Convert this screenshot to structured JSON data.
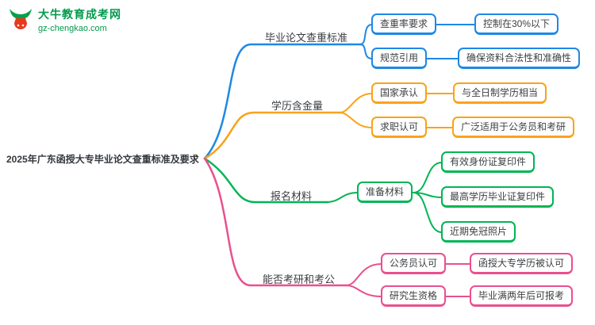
{
  "logo": {
    "title": "大牛教育成考网",
    "subtitle": "gz-chengkao.com",
    "icon": "bull-icon"
  },
  "root": {
    "label": "2025年广东函授大专毕业论文查重标准及要求"
  },
  "colors": {
    "blue": "#1E88E5",
    "orange": "#FAA21B",
    "green": "#00B554",
    "pink": "#E9508E",
    "logo_green": "#009B4C"
  },
  "branches": [
    {
      "label": "毕业论文查重标准",
      "color": "#1E88E5",
      "children": [
        {
          "label": "查重率要求",
          "children": [
            {
              "label": "控制在30%以下"
            }
          ]
        },
        {
          "label": "规范引用",
          "children": [
            {
              "label": "确保资料合法性和准确性"
            }
          ]
        }
      ]
    },
    {
      "label": "学历含金量",
      "color": "#FAA21B",
      "children": [
        {
          "label": "国家承认",
          "children": [
            {
              "label": "与全日制学历相当"
            }
          ]
        },
        {
          "label": "求职认可",
          "children": [
            {
              "label": "广泛适用于公务员和考研"
            }
          ]
        }
      ]
    },
    {
      "label": "报名材料",
      "color": "#00B554",
      "children": [
        {
          "label": "准备材料",
          "children": [
            {
              "label": "有效身份证复印件"
            },
            {
              "label": "最高学历毕业证复印件"
            },
            {
              "label": "近期免冠照片"
            }
          ]
        }
      ]
    },
    {
      "label": "能否考研和考公",
      "color": "#E9508E",
      "children": [
        {
          "label": "公务员认可",
          "children": [
            {
              "label": "函授大专学历被认可"
            }
          ]
        },
        {
          "label": "研究生资格",
          "children": [
            {
              "label": "毕业满两年后可报考"
            }
          ]
        }
      ]
    }
  ]
}
